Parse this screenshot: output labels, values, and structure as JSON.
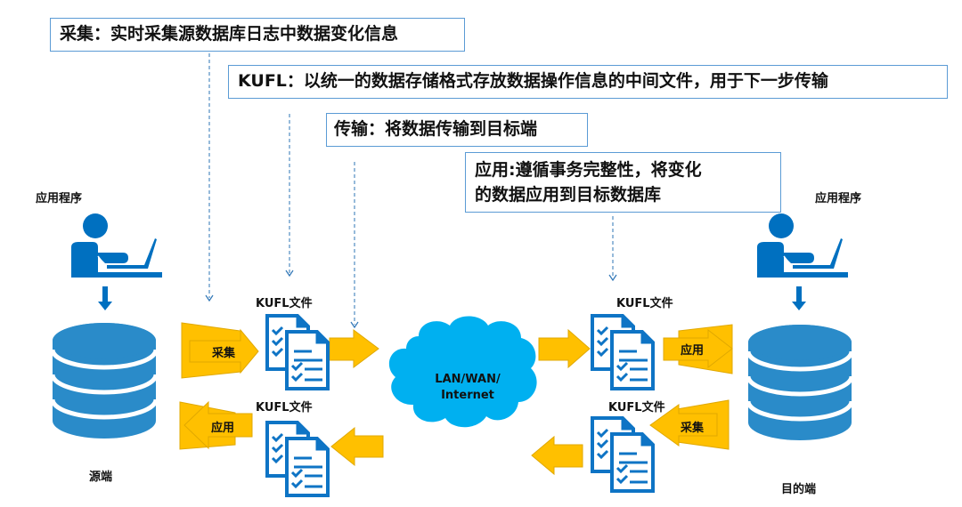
{
  "callouts": {
    "capture": "采集：实时采集源数据库日志中数据变化信息",
    "kufl": "KUFL：以统一的数据存储格式存放数据操作信息的中间文件，用于下一步传输",
    "transfer": "传输：将数据传输到目标端",
    "apply_line1": "应用:遵循事务完整性，将变化",
    "apply_line2": "的数据应用到目标数据库"
  },
  "source": {
    "app_label": "应用程序",
    "db_label": "源端",
    "capture_arrow": "采集",
    "apply_arrow": "应用",
    "kufl_top": "KUFL文件",
    "kufl_bottom": "KUFL文件"
  },
  "network": {
    "line1": "LAN/WAN/",
    "line2": "Internet"
  },
  "target": {
    "app_label": "应用程序",
    "db_label": "目的端",
    "apply_arrow": "应用",
    "capture_arrow": "采集",
    "kufl_top": "KUFL文件",
    "kufl_bottom": "KUFL文件"
  },
  "colors": {
    "blue_icon": "#1f87c9",
    "person_blue": "#0070c0",
    "doc_blue": "#0e74c5",
    "arrow_gold": "#ffc000",
    "arrow_edge": "#e0a800",
    "cloud": "#00b0f0",
    "callout_border": "#5b9bd5"
  }
}
